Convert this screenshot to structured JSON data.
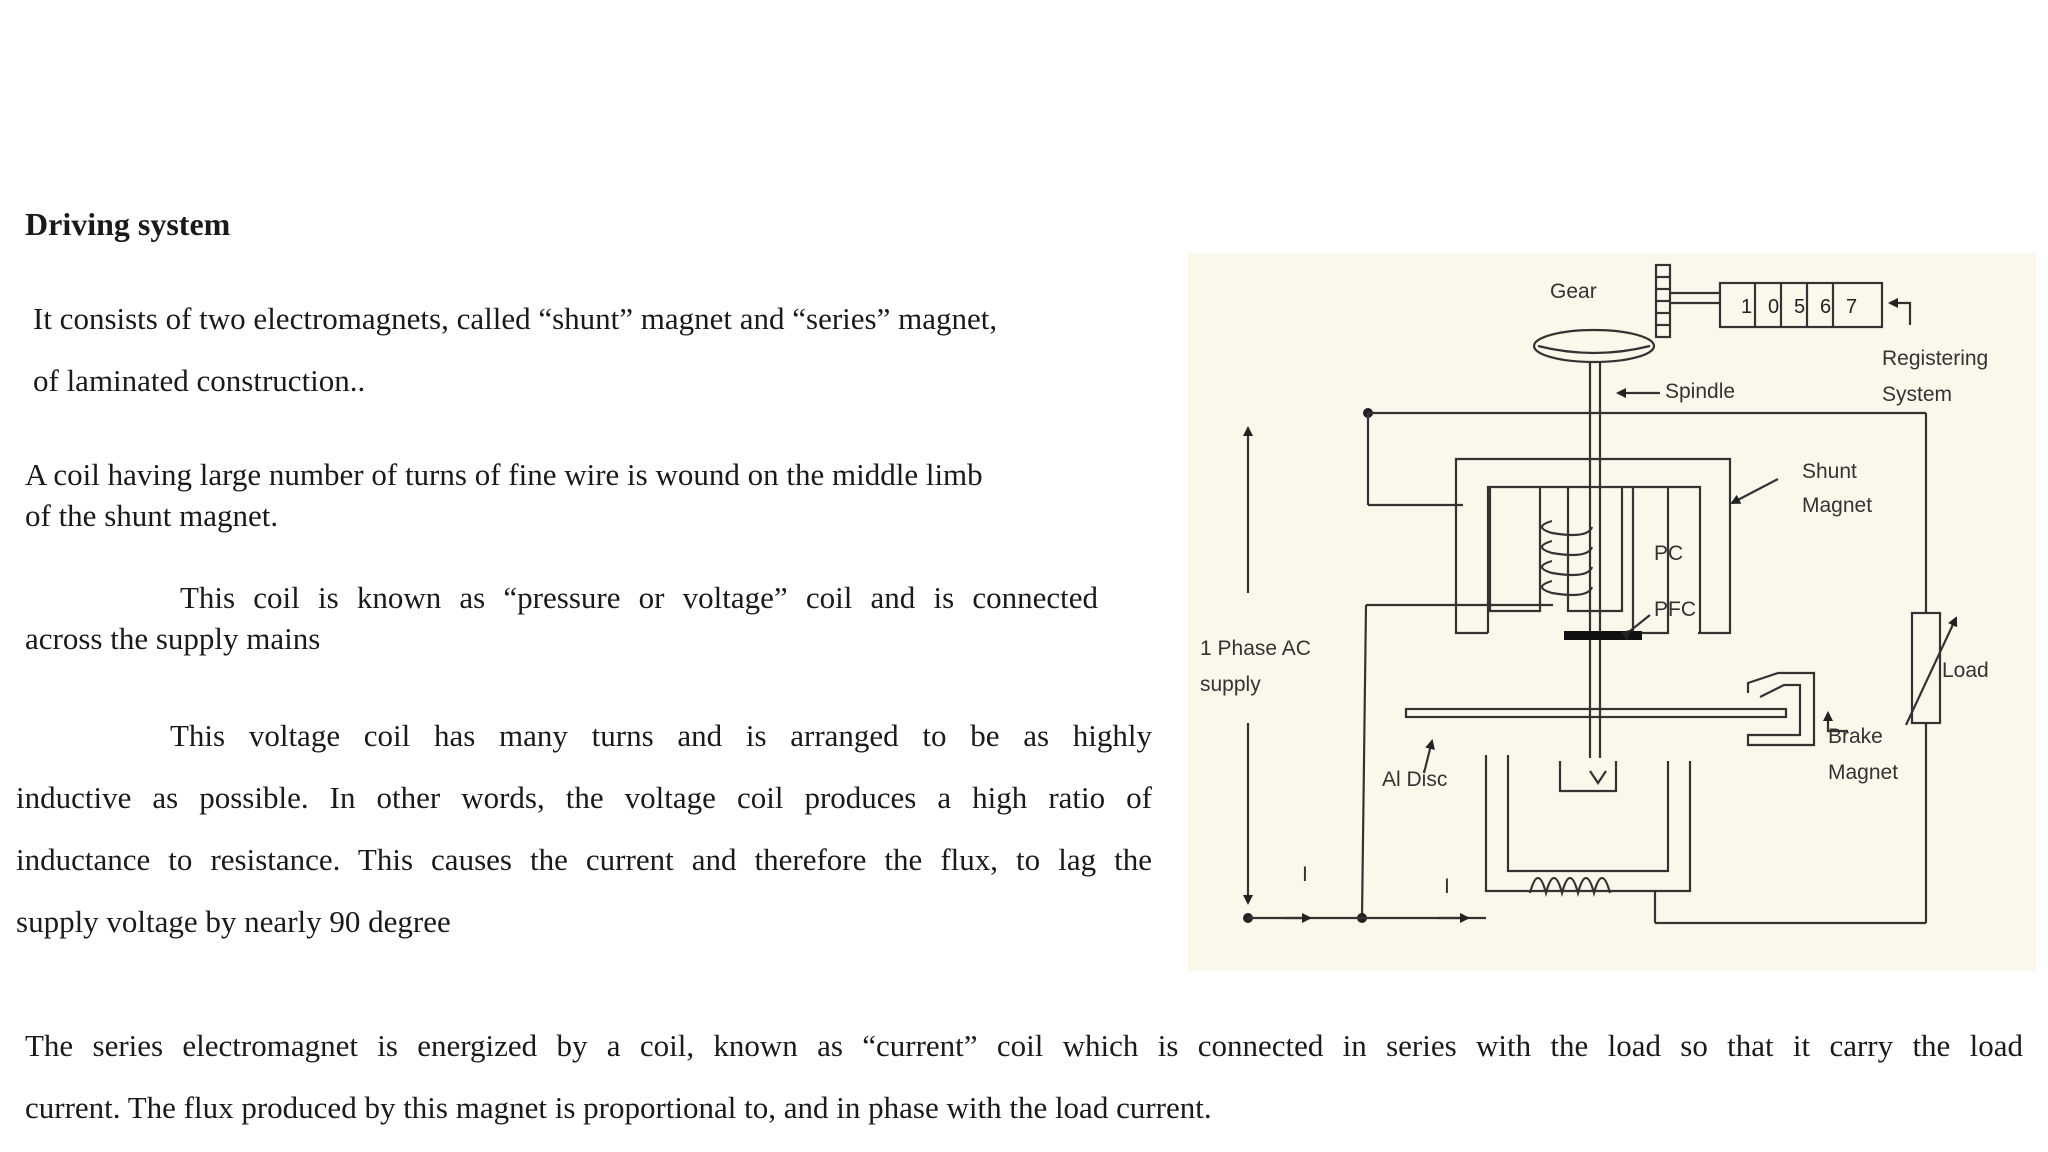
{
  "heading": "Driving system",
  "paragraphs": {
    "p1_line1": "It consists of two electromagnets, called “shunt” magnet and “series” magnet,",
    "p1_line2": "of laminated construction..",
    "p2_line1": "A coil having large number of turns of fine wire is wound on the middle limb",
    "p2_line2": "of the shunt magnet.",
    "p3_line1": "This coil is known as “pressure or voltage” coil and is connected",
    "p3_line2": "across the supply mains",
    "p4_line1": "This voltage coil has many turns and is arranged to be as highly",
    "p4_line2": "inductive as possible. In other words, the voltage coil produces a high ratio of",
    "p4_line3": "inductance to resistance. This causes the current and therefore the flux, to lag the",
    "p4_line4": "supply voltage by nearly 90 degree",
    "p5_line1": "The series electromagnet is energized by a coil, known as “current” coil which is connected in series with the load so that it carry the load",
    "p5_line2": "current. The flux produced by this magnet is proportional to, and in phase with the load current."
  },
  "diagram": {
    "gear": "Gear",
    "register_digits": [
      "1",
      "0",
      "5",
      "6",
      "7"
    ],
    "registering_line1": "Registering",
    "registering_line2": "System",
    "spindle": "Spindle",
    "shunt_line1": "Shunt",
    "shunt_line2": "Magnet",
    "pc": "PC",
    "pfc": "PFC",
    "supply_line1": "1 Phase AC",
    "supply_line2": "supply",
    "load": "Load",
    "brake_line1": "Brake",
    "brake_line2": "Magnet",
    "al_disc": "Al Disc",
    "current_1": "I",
    "current_2": "I"
  }
}
